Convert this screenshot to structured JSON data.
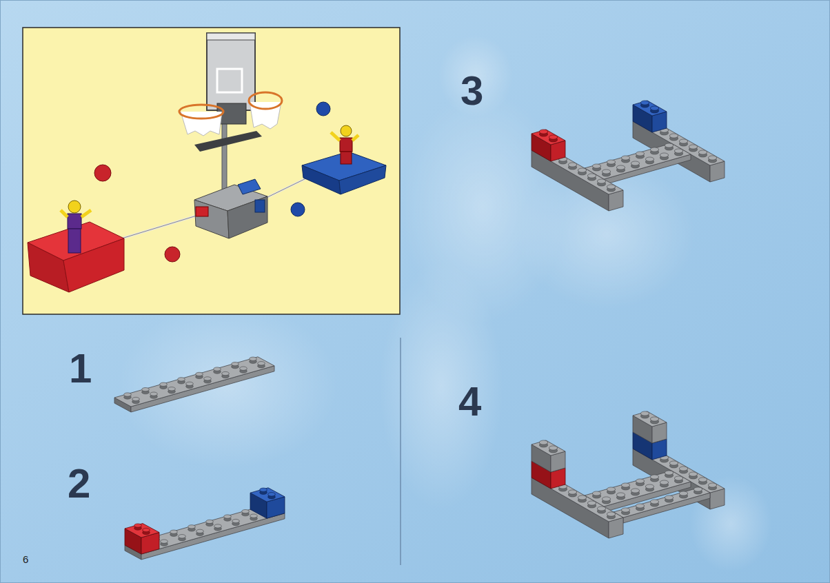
{
  "diagram": {
    "labels": [
      "3",
      "1",
      "2",
      "4",
      "6"
    ]
  }
}
